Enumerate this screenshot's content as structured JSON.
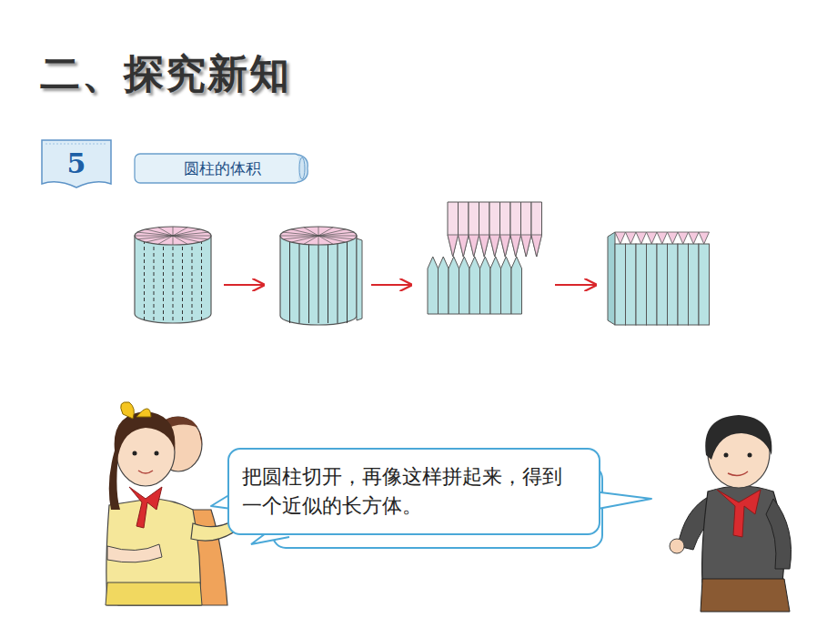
{
  "diagram": {
    "title": "二、探究新知",
    "nodes": [
      {
        "text": [
          "5"
        ]
      },
      {
        "text": [
          "圆柱的体积"
        ]
      },
      {
        "text": [
          "把圆柱切开，再像这样拼起来，得到一个近似的长方体。"
        ]
      }
    ]
  }
}
